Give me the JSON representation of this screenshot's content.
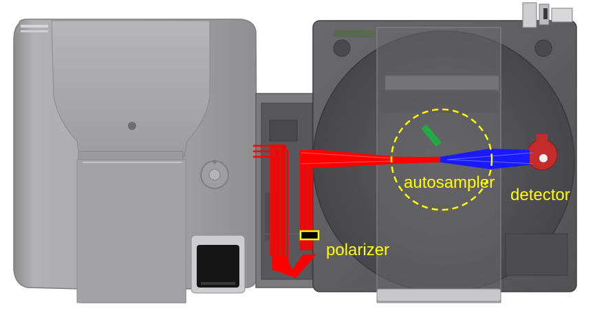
{
  "labels": {
    "polarizer": "polarizer",
    "autosampler": "autosampler",
    "detector": "detector"
  },
  "colors": {
    "label_text": "#ffff00",
    "beam_red": "#ff0000",
    "beam_blue": "#1a1aff",
    "sample_ring": "#ffff00",
    "polarizer_fill": "#000000",
    "polarizer_border": "#ffff00",
    "sample_cell": "#22aa44",
    "detector": "#c42b2b",
    "instrument_body": "#a6a6a8",
    "instrument_dark": "#4a4a4e"
  },
  "icons": {
    "polarizer": "rectangle-element",
    "detector": "circular-detector",
    "sample": "sample-cell"
  }
}
